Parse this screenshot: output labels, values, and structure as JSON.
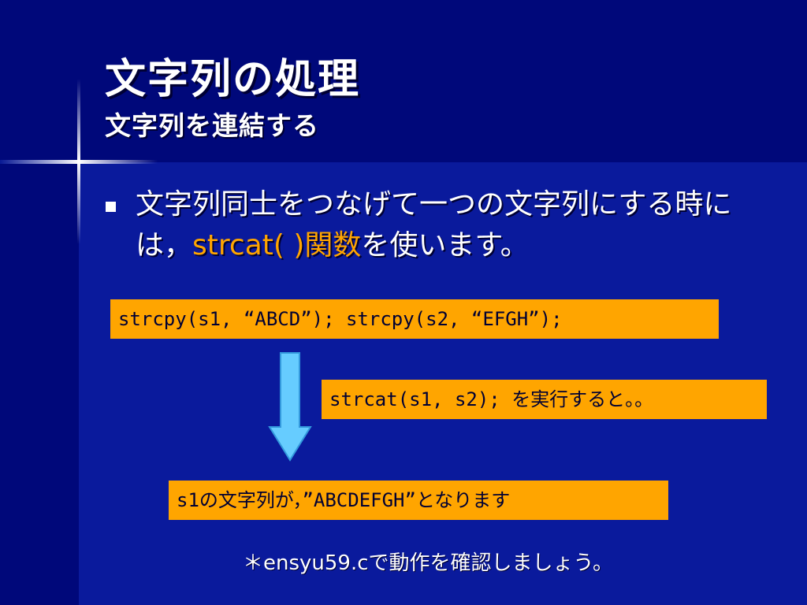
{
  "slide": {
    "title": "文字列の処理",
    "subtitle": "文字列を連結する"
  },
  "bullet": {
    "text_before": "文字列同士をつなげて一つの文字列にする時には，",
    "highlight": "strcat( )関数",
    "text_after": "を使います。"
  },
  "code": {
    "setup": "strcpy(s1, “ABCD”); strcpy(s2, “EFGH”);",
    "execute": "strcat(s1, s2); を実行すると。。",
    "result": "s1の文字列が，”ABCDEFGH”となります"
  },
  "note": "＊ensyu59.cで動作を確認しましょう。",
  "colors": {
    "background": "#0a1a9c",
    "title_band": "#00087a",
    "highlight": "#ffa500",
    "code_box": "#ffa500",
    "arrow_fill": "#66ccff"
  }
}
